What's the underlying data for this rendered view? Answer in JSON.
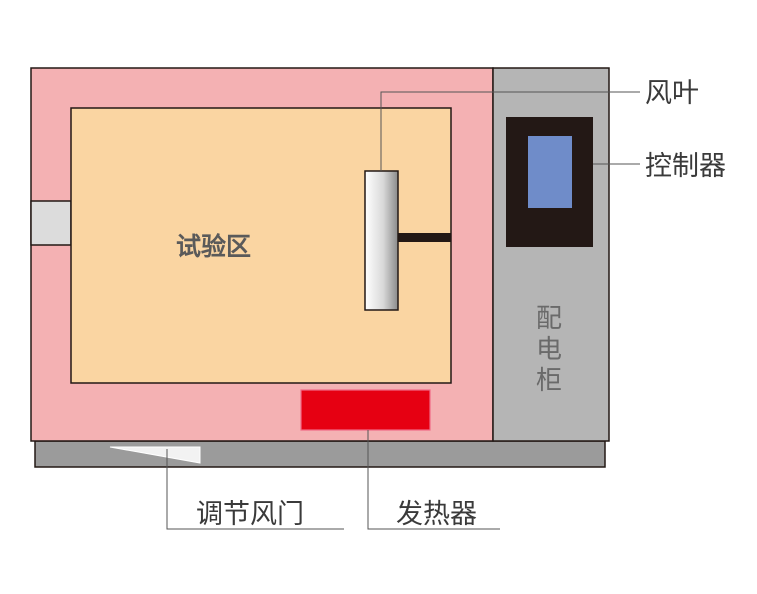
{
  "diagram": {
    "labels": {
      "test_zone": "试验区",
      "fan_blade": "风叶",
      "controller": "控制器",
      "cabinet": [
        "配",
        "电",
        "柜"
      ],
      "damper": "调节风门",
      "heater": "发热器"
    },
    "colors": {
      "outer_chamber": "#f4b1b3",
      "test_zone": "#fad5a2",
      "cabinet": "#b5b5b5",
      "base": "#9b9b9b",
      "controller_frame": "#231815",
      "controller_screen": "#6f8cc9",
      "heater": "#e60012",
      "outline": "#231815",
      "leader_line": "#555555"
    }
  }
}
